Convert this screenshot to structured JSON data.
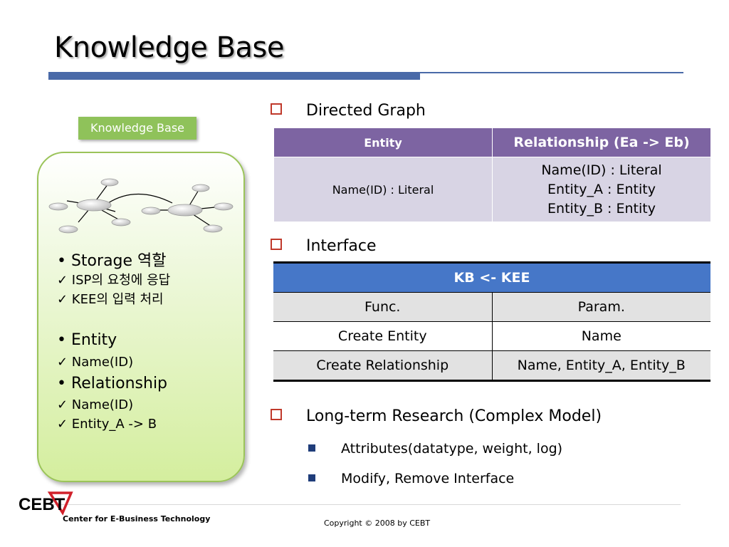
{
  "slide": {
    "title": "Knowledge Base"
  },
  "left_panel": {
    "badge": "Knowledge Base",
    "lines": [
      {
        "text": "• Storage 역할",
        "size": "big"
      },
      {
        "text": "✓ ISP의 요청에 응답",
        "size": "small"
      },
      {
        "text": "✓ KEE의 입력 처리",
        "size": "small"
      },
      {
        "text": "• Entity",
        "size": "big"
      },
      {
        "text": "✓  Name(ID)",
        "size": "small"
      },
      {
        "text": "• Relationship",
        "size": "big"
      },
      {
        "text": "✓ Name(ID)",
        "size": "small"
      },
      {
        "text": "✓ Entity_A -> B",
        "size": "small"
      }
    ]
  },
  "sections": {
    "directed_graph": {
      "heading": "Directed Graph",
      "table": {
        "headers": [
          "Entity",
          "Relationship (Ea -> Eb)"
        ],
        "cell_entity": "Name(ID) : Literal",
        "cell_relationship": [
          "Name(ID) : Literal",
          "Entity_A : Entity",
          "Entity_B : Entity"
        ]
      }
    },
    "interface": {
      "heading": "Interface",
      "table": {
        "title": "KB <- KEE",
        "rows": [
          [
            "Func.",
            "Param."
          ],
          [
            "Create Entity",
            "Name"
          ],
          [
            "Create Relationship",
            "Name, Entity_A, Entity_B"
          ]
        ]
      }
    },
    "research": {
      "heading": "Long-term Research (Complex Model)",
      "items": [
        "Attributes(datatype, weight, log)",
        "Modify, Remove Interface"
      ]
    }
  },
  "footer": {
    "logo_text": "CEBT",
    "org": "Center for E-Business Technology",
    "copyright": "Copyright © 2008 by CEBT"
  },
  "colors": {
    "title_rule": "#4a6aa8",
    "badge": "#8fc25a",
    "entity_header": "#7d64a2",
    "entity_cell": "#d8d4e4",
    "interface_header": "#4677c8",
    "bullet_square": "#c0392b",
    "sub_bullet": "#1f3d7a",
    "logo_red": "#d0202a"
  }
}
